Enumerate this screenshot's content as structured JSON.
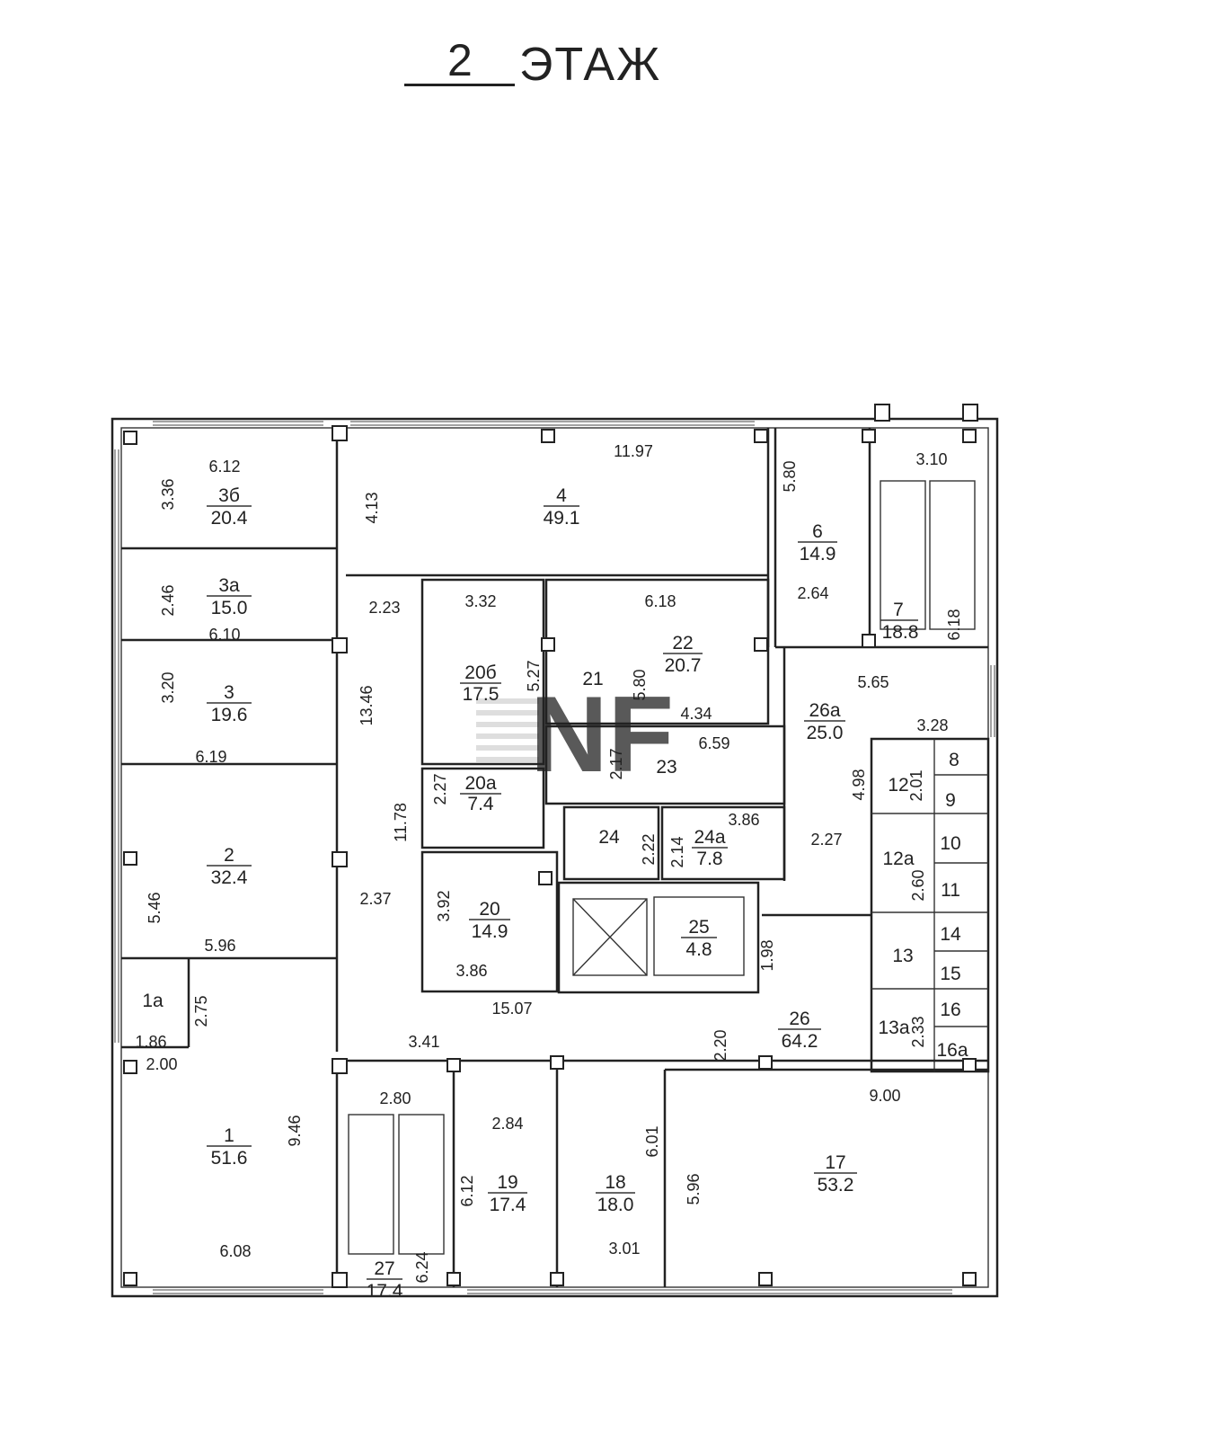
{
  "title": {
    "number": "2",
    "word": "ЭТАЖ"
  },
  "watermark": "NF",
  "rooms": [
    {
      "id": "r1",
      "num": "1",
      "area": "51.6"
    },
    {
      "id": "r1a",
      "num": "1а",
      "area": ""
    },
    {
      "id": "r2",
      "num": "2",
      "area": "32.4"
    },
    {
      "id": "r3",
      "num": "3",
      "area": "19.6"
    },
    {
      "id": "r3a",
      "num": "3а",
      "area": "15.0"
    },
    {
      "id": "r3b",
      "num": "3б",
      "area": "20.4"
    },
    {
      "id": "r4",
      "num": "4",
      "area": "49.1"
    },
    {
      "id": "r6",
      "num": "6",
      "area": "14.9"
    },
    {
      "id": "r7",
      "num": "7",
      "area": "18.8"
    },
    {
      "id": "r8",
      "num": "8",
      "area": ""
    },
    {
      "id": "r9",
      "num": "9",
      "area": ""
    },
    {
      "id": "r10",
      "num": "10",
      "area": ""
    },
    {
      "id": "r11",
      "num": "11",
      "area": ""
    },
    {
      "id": "r12",
      "num": "12",
      "area": ""
    },
    {
      "id": "r12a",
      "num": "12а",
      "area": ""
    },
    {
      "id": "r13",
      "num": "13",
      "area": ""
    },
    {
      "id": "r13a",
      "num": "13а",
      "area": ""
    },
    {
      "id": "r14",
      "num": "14",
      "area": ""
    },
    {
      "id": "r15",
      "num": "15",
      "area": ""
    },
    {
      "id": "r16",
      "num": "16",
      "area": ""
    },
    {
      "id": "r16a",
      "num": "16а",
      "area": ""
    },
    {
      "id": "r17",
      "num": "17",
      "area": "53.2"
    },
    {
      "id": "r18",
      "num": "18",
      "area": "18.0"
    },
    {
      "id": "r19",
      "num": "19",
      "area": "17.4"
    },
    {
      "id": "r20",
      "num": "20",
      "area": "14.9"
    },
    {
      "id": "r20a",
      "num": "20а",
      "area": "7.4"
    },
    {
      "id": "r20b",
      "num": "20б",
      "area": "17.5"
    },
    {
      "id": "r21",
      "num": "21",
      "area": ""
    },
    {
      "id": "r22",
      "num": "22",
      "area": "20.7"
    },
    {
      "id": "r23",
      "num": "23",
      "area": ""
    },
    {
      "id": "r24",
      "num": "24",
      "area": ""
    },
    {
      "id": "r24a",
      "num": "24а",
      "area": "7.8"
    },
    {
      "id": "r25",
      "num": "25",
      "area": "4.8"
    },
    {
      "id": "r26",
      "num": "26",
      "area": "64.2"
    },
    {
      "id": "r26a",
      "num": "26а",
      "area": "25.0"
    },
    {
      "id": "r27",
      "num": "27",
      "area": "17.4"
    }
  ],
  "dimensions": [
    "6.12",
    "3.36",
    "11.97",
    "4.13",
    "5.80",
    "3.10",
    "2.46",
    "2.23",
    "3.32",
    "6.18",
    "2.64",
    "6.10",
    "5.27",
    "5.80",
    "6.18",
    "3.20",
    "13.46",
    "4.34",
    "5.65",
    "6.19",
    "6.59",
    "2.17",
    "3.28",
    "2.01",
    "4.98",
    "2.27",
    "11.78",
    "3.86",
    "2.27",
    "2.22",
    "2.14",
    "2.60",
    "5.46",
    "2.37",
    "3.92",
    "1.98",
    "5.96",
    "3.86",
    "2.75",
    "15.07",
    "2.33",
    "1.86",
    "3.41",
    "2.20",
    "2.00",
    "2.80",
    "9.00",
    "2.84",
    "9.46",
    "6.01",
    "6.12",
    "5.96",
    "3.01",
    "6.08",
    "6.24"
  ]
}
